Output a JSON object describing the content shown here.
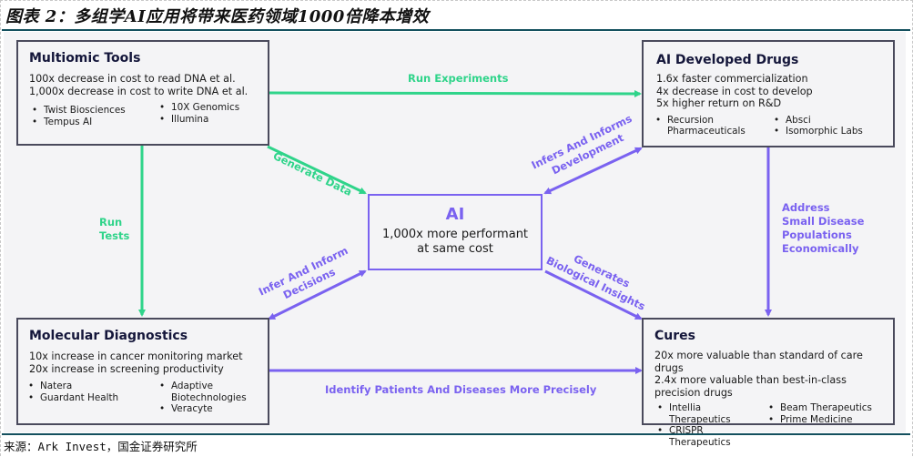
{
  "title": "图表 2：多组学AI应用将带来医药领域1000倍降本增效",
  "source": "来源：Ark Invest，国金证券研究所",
  "colors": {
    "green": "#2fd48a",
    "purple": "#7a62f0",
    "box_border": "#4a4a5c",
    "rule": "#14505e",
    "background": "#f4f4f6"
  },
  "center": {
    "title": "AI",
    "line1": "1,000x more performant",
    "line2": "at same cost"
  },
  "boxes": {
    "multiomic": {
      "title": "Multiomic Tools",
      "stats": [
        "100x decrease in cost to read DNA et al.",
        "1,000x decrease in cost to write DNA et al."
      ],
      "col1": [
        "Twist Biosciences",
        "Tempus AI"
      ],
      "col2": [
        "10X Genomics",
        "Illumina"
      ]
    },
    "drugs": {
      "title": "AI Developed Drugs",
      "stats": [
        "1.6x faster commercialization",
        "4x decrease in cost to develop",
        "5x higher return on R&D"
      ],
      "col1": [
        "Recursion Pharmaceuticals"
      ],
      "col2": [
        "Absci",
        "Isomorphic Labs"
      ]
    },
    "diagnostics": {
      "title": "Molecular Diagnostics",
      "stats": [
        "10x increase in cancer monitoring market",
        "20x increase in screening productivity"
      ],
      "col1": [
        "Natera",
        "Guardant Health"
      ],
      "col2": [
        "Adaptive Biotechnologies",
        "Veracyte"
      ]
    },
    "cures": {
      "title": "Cures",
      "stats": [
        "20x more valuable than standard of care drugs",
        "2.4x more valuable than best-in-class precision drugs"
      ],
      "col1": [
        "Intellia Therapeutics",
        "CRISPR Therapeutics"
      ],
      "col2": [
        "Beam Therapeutics",
        "Prime Medicine"
      ]
    }
  },
  "edges": {
    "run_experiments": "Run Experiments",
    "run_tests_1": "Run",
    "run_tests_2": "Tests",
    "generate_data": "Generate Data",
    "infers_informs_1": "Infers And Informs",
    "infers_informs_2": "Development",
    "address_1": "Address",
    "address_2": "Small Disease",
    "address_3": "Populations",
    "address_4": "Economically",
    "infer_decisions_1": "Infer And Inform",
    "infer_decisions_2": "Decisions",
    "generates_insights_1": "Generates",
    "generates_insights_2": "Biological Insights",
    "identify": "Identify Patients And Diseases More Precisely"
  }
}
